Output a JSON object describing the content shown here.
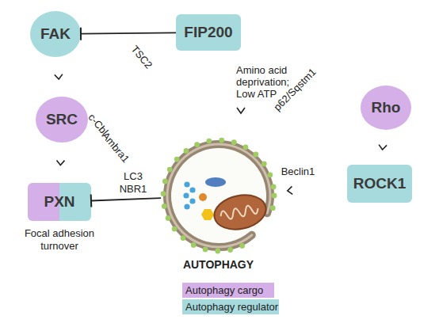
{
  "diagram": {
    "nodes": [
      {
        "text": [
          "FAK"
        ]
      },
      {
        "text": [
          "FIP200"
        ]
      },
      {
        "text": [
          "SRC"
        ]
      },
      {
        "text": [
          "PXN",
          "Focal adhesion turnover"
        ]
      },
      {
        "text": [
          "Rho"
        ]
      },
      {
        "text": [
          "ROCK1"
        ]
      },
      {
        "text": [
          "AUTOPHAGY"
        ]
      }
    ],
    "edges": [
      {
        "from": 1,
        "to": 0,
        "arrow": "to"
      },
      {
        "from": 0,
        "to": 2,
        "arrow": "to"
      },
      {
        "from": 2,
        "to": 3,
        "arrow": "to"
      },
      {
        "from": 4,
        "to": 5,
        "arrow": "to"
      },
      {
        "from": 5,
        "to": 6,
        "arrow": "to"
      },
      {
        "from": 6,
        "to": 3,
        "arrow": "to"
      }
    ],
    "labels": [
      "TSC2",
      "Amino acid deprivation; Low ATP",
      "p62/Sqstm1",
      "c-Cbl",
      "Ambra1",
      "LC3",
      "NBR1",
      "Beclin1"
    ],
    "legend": [
      {
        "text": "Autophagy cargo",
        "color": "#d5b0e8"
      },
      {
        "text": "Autophagy regulator",
        "color": "#a6dadd"
      }
    ]
  }
}
